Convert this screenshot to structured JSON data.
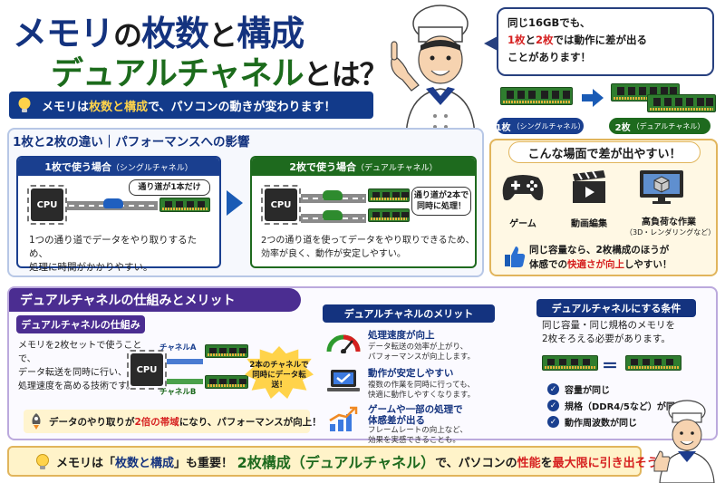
{
  "title": {
    "line1_a": "メモリ",
    "line1_b": "の",
    "line1_c": "枚数",
    "line1_d": "と",
    "line1_e": "構成",
    "line2_a": "デュアルチャネル",
    "line2_b": "とは？"
  },
  "banner": {
    "a": "メモリは",
    "b": "枚数と構成",
    "c": "で、パソコンの動きが変わります！"
  },
  "bubble": {
    "line1": "同じ16GBでも、",
    "line2_a": "1枚",
    "line2_b": "と",
    "line2_c": "2枚",
    "line2_d": "では動作に差が出る",
    "line3": "ことがあります！"
  },
  "top_labels": {
    "one": "1枚",
    "one_sub": "（シングルチャネル）",
    "two": "2枚",
    "two_sub": "（デュアルチャネル）"
  },
  "section1": {
    "heading": "1枚と2枚の違い｜パフォーマンスへの影響",
    "single": {
      "title": "1枚で使う場合",
      "title_sub": "（シングルチャネル）",
      "cpu": "CPU",
      "bubble": "通り道が1本だけ",
      "desc_line1": "1つの通り道でデータをやり取りするため、",
      "desc_line2": "処理に時間がかかりやすい。"
    },
    "dual": {
      "title": "2枚で使う場合",
      "title_sub": "（デュアルチャネル）",
      "cpu": "CPU",
      "bubble_line1": "通り道が2本で",
      "bubble_line2": "同時に処理！",
      "desc_line1": "2つの通り道を使ってデータをやり取りできるため、",
      "desc_line2": "効率が良く、動作が安定しやすい。"
    }
  },
  "scenes": {
    "title": "こんな場面で差が出やすい！",
    "items": [
      {
        "label": "ゲーム",
        "sub": "",
        "icon": "gamepad-icon"
      },
      {
        "label": "動画編集",
        "sub": "",
        "icon": "clapperboard-icon"
      },
      {
        "label": "高負荷な作業",
        "sub": "（3D・レンダリングなど）",
        "icon": "monitor-cube-icon"
      }
    ],
    "note_line1": "同じ容量なら、2枚構成のほうが",
    "note_line2_a": "体感での",
    "note_line2_b": "快適さが向上",
    "note_line2_c": "しやすい！"
  },
  "section2": {
    "heading": "デュアルチャネルの仕組みとメリット",
    "mechanism": {
      "title": "デュアルチャネルの仕組み",
      "text_line1": "メモリを2枚セットで使うことで、",
      "text_line2": "データ転送を同時に行い、",
      "text_line3": "処理速度を高める技術です。",
      "cpu": "CPU",
      "channel_a": "チャネルA",
      "channel_b": "チャネルB",
      "burst_line1": "2本のチャネルで",
      "burst_line2": "同時にデータ転送！",
      "note_a": "データのやり取りが",
      "note_b": "2倍の帯域",
      "note_c": "になり、パフォーマンスが向上！"
    },
    "merits": {
      "title": "デュアルチャネルのメリット",
      "items": [
        {
          "title": "処理速度が向上",
          "text1": "データ転送の効率が上がり、",
          "text2": "パフォーマンスが向上します。",
          "icon": "speedometer-icon"
        },
        {
          "title": "動作が安定しやすい",
          "text1": "複数の作業を同時に行っても、",
          "text2": "快適に動作しやすくなります。",
          "icon": "laptop-check-icon"
        },
        {
          "title_1": "ゲームや一部の処理で",
          "title_2": "体感差が出る",
          "text1": "フレームレートの向上など、",
          "text2": "効果を実感できることも。",
          "icon": "bar-chart-icon"
        }
      ]
    },
    "conditions": {
      "title": "デュアルチャネルにする条件",
      "text_line1": "同じ容量・同じ規格のメモリを",
      "text_line2": "2枚そろえる必要があります。",
      "equals": "＝",
      "items": [
        "容量が同じ",
        "規格（DDR4/5など）が同じ",
        "動作周波数が同じ"
      ]
    }
  },
  "footer": {
    "a": "メモリは「",
    "b": "枚数と構成",
    "c": "」も重要！",
    "d": "2枚構成",
    "e": "（デュアルチャネル）",
    "f": "で、パソコンの",
    "g": "性能",
    "h": "を",
    "i": "最大限に引き出そう！"
  },
  "colors": {
    "navy": "#14337f",
    "green": "#1e6a1e",
    "purple": "#4b2d91",
    "red": "#d62020",
    "yellow": "#ffd34a"
  }
}
